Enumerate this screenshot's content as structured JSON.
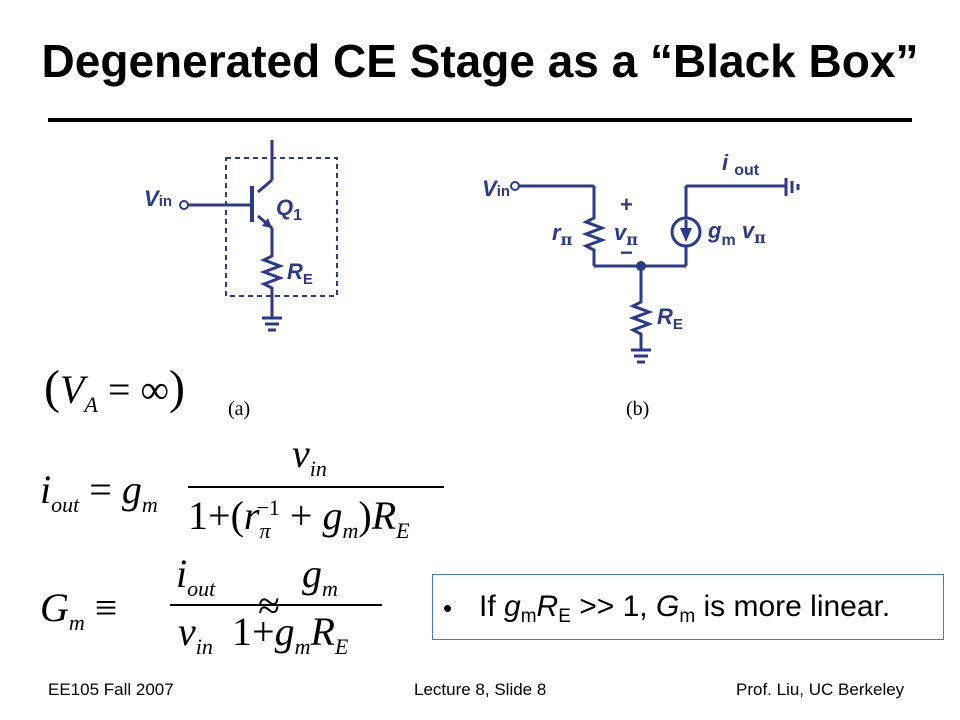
{
  "title": "Degenerated CE Stage as a “Black Box”",
  "circuit_a": {
    "vin": "V",
    "vin_sub": "in",
    "q": "Q",
    "q_sub": "1",
    "re": "R",
    "re_sub": "E",
    "caption": "(a)"
  },
  "circuit_b": {
    "vin": "V",
    "vin_sub": "in",
    "iout": "i",
    "iout_sub": "out",
    "rpi": "r",
    "pi": "π",
    "vpi": "v",
    "gm": "g",
    "gm_sub": "m",
    "gv": "v",
    "plus": "+",
    "minus": "−",
    "re": "R",
    "re_sub": "E",
    "caption": "(b)"
  },
  "equations": {
    "va": {
      "lp": "(",
      "V": "V",
      "A": "A",
      "eq": "=",
      "inf": "∞",
      "rp": ")"
    },
    "iout": {
      "i": "i",
      "out": "out",
      "eq": "=",
      "g": "g",
      "m": "m",
      "v": "v",
      "in": "in",
      "den_1": "1",
      "den_plus": "+",
      "den_lp": "(",
      "r": "r",
      "pi": "π",
      "exp": "−1",
      "plus2": "+",
      "g2": "g",
      "m2": "m",
      "rp": ")",
      "R": "R",
      "E": "E"
    },
    "gm": {
      "G": "G",
      "m": "m",
      "equiv": "≡",
      "i": "i",
      "out": "out",
      "v": "v",
      "in": "in",
      "approx": "≈",
      "g": "g",
      "m2": "m",
      "one": "1",
      "plus": "+",
      "g3": "g",
      "m3": "m",
      "R": "R",
      "E": "E"
    }
  },
  "callout": {
    "bullet": "•",
    "pre": "If ",
    "g": "g",
    "g_sub": "m",
    "R": "R",
    "R_sub": "E",
    "mid": " >> 1, ",
    "G": "G",
    "G_sub": "m",
    "post": " is more linear."
  },
  "footer": {
    "left": "EE105 Fall 2007",
    "center": "Lecture 8, Slide 8",
    "right": "Prof. Liu, UC Berkeley"
  }
}
